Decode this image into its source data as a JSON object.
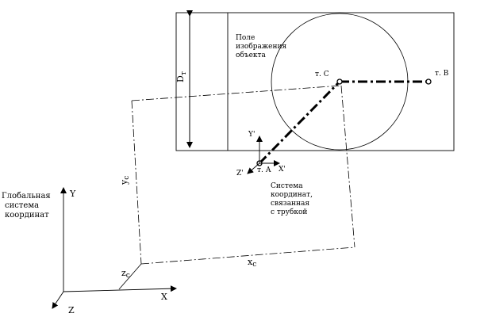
{
  "labels": {
    "field_title": [
      "Поле",
      "изображения",
      "объекта"
    ],
    "diameter": "D",
    "diameter_sub": "т",
    "point_c": "т. С",
    "point_b": "т. В",
    "point_a": "т. А",
    "local_y": "Y'",
    "local_x": "X'",
    "local_z": "Z'",
    "global_title": [
      "Глобальная",
      "система",
      "координат"
    ],
    "local_title": [
      "Система",
      "координат,",
      "связанная",
      "с трубкой"
    ],
    "global_y": "Y",
    "global_x": "X",
    "global_z": "Z",
    "yc_main": "y",
    "yc_sub": "c",
    "xc_main": "x",
    "xc_sub": "c",
    "zc_main": "z",
    "zc_sub": "c"
  }
}
